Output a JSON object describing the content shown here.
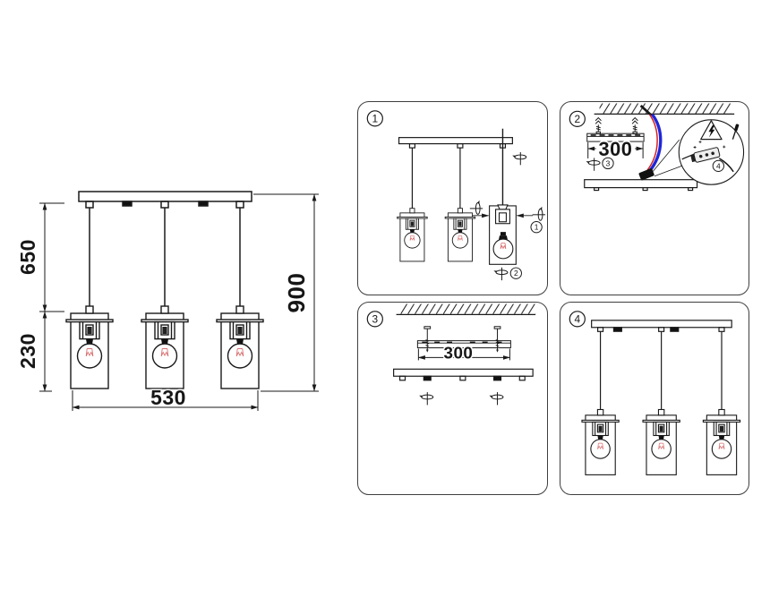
{
  "document_type": "pendant lamp assembly and installation instruction sheet",
  "main_drawing": {
    "dim_drop": "650",
    "dim_shade": "230",
    "dim_width": "530",
    "dim_total": "900"
  },
  "steps": [
    {
      "number": "1",
      "callouts": [
        "1",
        "2"
      ]
    },
    {
      "number": "2",
      "dim": "300",
      "callouts": [
        "3",
        "4"
      ]
    },
    {
      "number": "3",
      "dim": "300",
      "callouts": []
    },
    {
      "number": "4",
      "callouts": []
    }
  ],
  "colors": {
    "line": "#1a1a1a",
    "filament": "#d86f6f",
    "wire_red": "#d42020",
    "wire_blue": "#2026d8",
    "terminal_block": "#111111"
  },
  "icons": [
    "screw-turn-icon",
    "screw-up-icon",
    "mounting-screw-icon",
    "electric-shock-warning-icon",
    "screwdriver-icon"
  ]
}
